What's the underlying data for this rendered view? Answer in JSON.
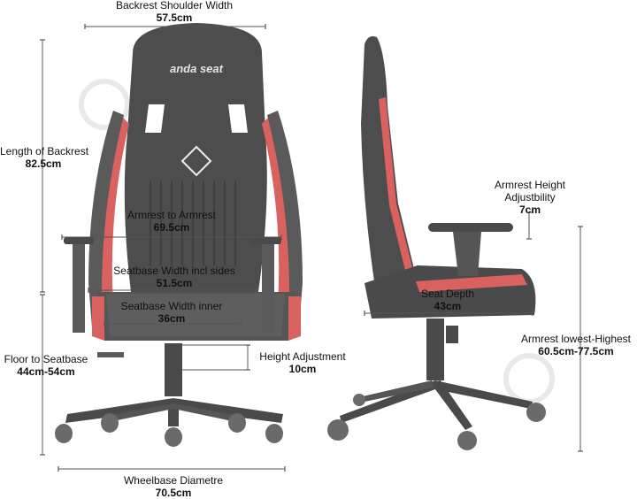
{
  "brand": {
    "logo_text": "anda seat"
  },
  "colors": {
    "chair_dark": "#4a4a4a",
    "chair_mid": "#6b6b6b",
    "accent": "#e06a6a",
    "dim_line": "#555555",
    "watermark": "#e9e9e9"
  },
  "dimensions": {
    "backrest_width": {
      "label": "Backrest Shoulder Width",
      "value": "57.5cm"
    },
    "backrest_length": {
      "label": "Length of Backrest",
      "value": "82.5cm"
    },
    "armrest_to_armrest": {
      "label": "Armrest to Armrest",
      "value": "69.5cm"
    },
    "seatbase_sides": {
      "label": "Seatbase Width incl sides",
      "value": "51.5cm"
    },
    "seatbase_inner": {
      "label": "Seatbase Width inner",
      "value": "36cm"
    },
    "floor_to_seat": {
      "label": "Floor to Seatbase",
      "value": "44cm-54cm"
    },
    "height_adjust": {
      "label": "Height Adjustment",
      "value": "10cm"
    },
    "wheelbase": {
      "label": "Wheelbase Diametre",
      "value": "70.5cm"
    },
    "armrest_height_adj": {
      "label1": "Armrest Height",
      "label2": "Adjustbility",
      "value": "7cm"
    },
    "seat_depth": {
      "label": "Seat Depth",
      "value": "43cm"
    },
    "armrest_range": {
      "label": "Armrest lowest-Highest",
      "value": "60.5cm-77.5cm"
    }
  }
}
